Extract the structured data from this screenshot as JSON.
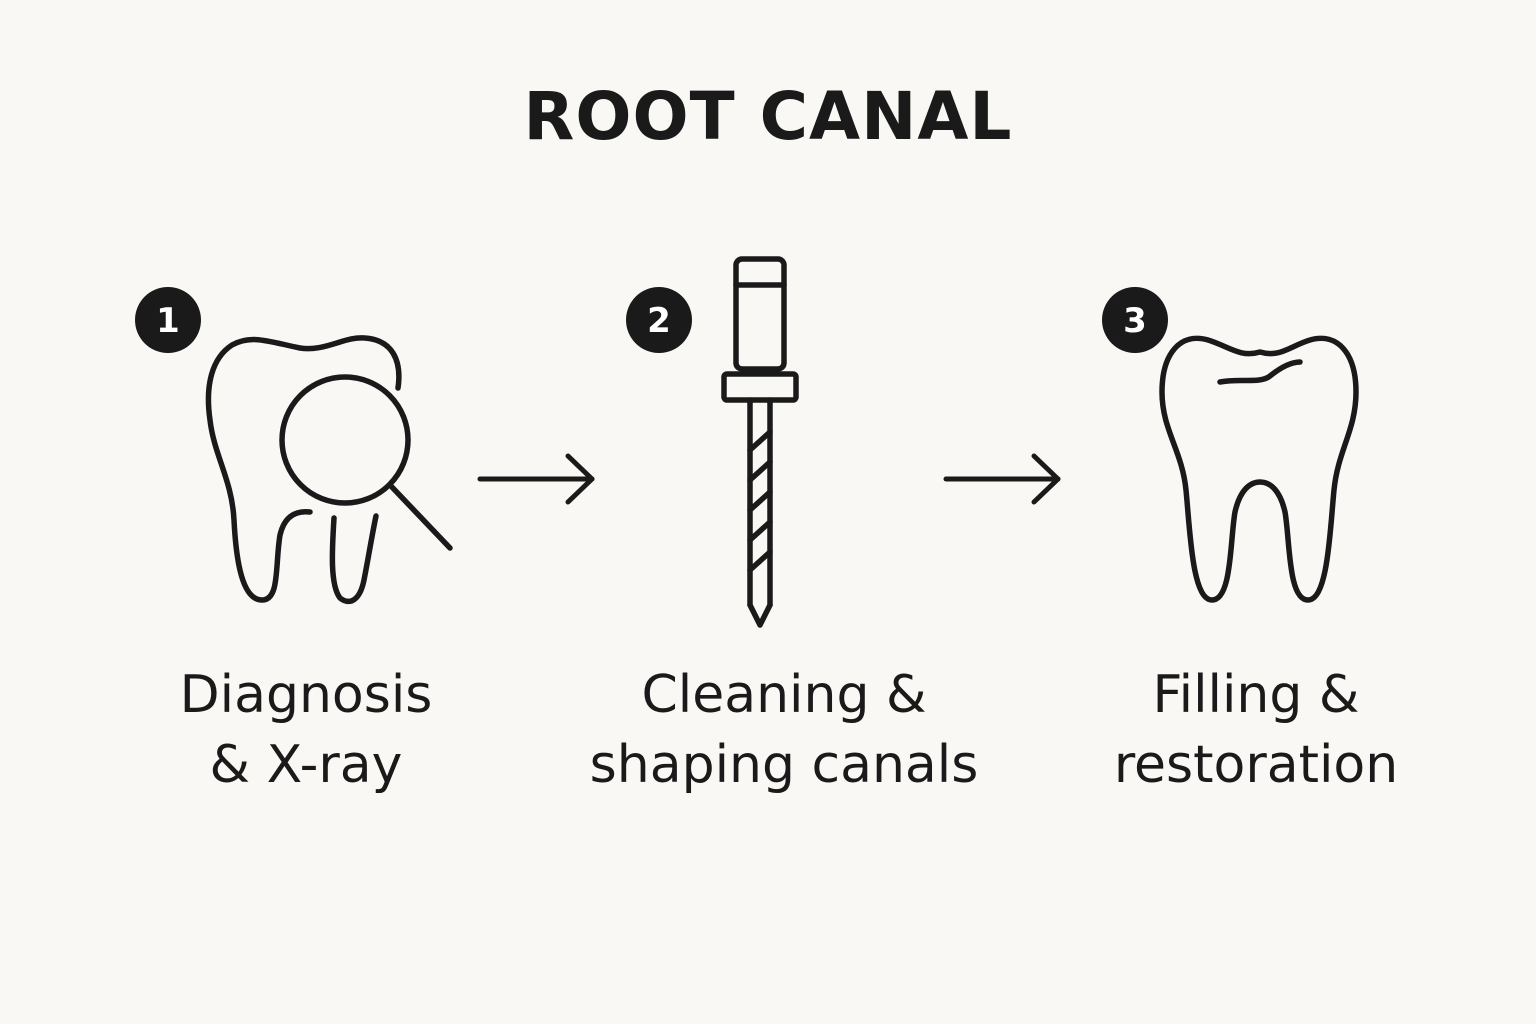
{
  "title": "ROOT CANAL",
  "colors": {
    "background": "#faf8f4",
    "ink": "#1a1a1a",
    "badge_text": "#ffffff"
  },
  "steps": [
    {
      "number": "1",
      "icon": "tooth-with-magnifying-glass-icon",
      "label_lines": [
        "Diagnosis",
        "& X-ray"
      ]
    },
    {
      "number": "2",
      "icon": "endodontic-file-icon",
      "label_lines": [
        "Cleaning &",
        "shaping canals"
      ]
    },
    {
      "number": "3",
      "icon": "restored-tooth-icon",
      "label_lines": [
        "Filling &",
        "restoration"
      ]
    }
  ],
  "connectors": [
    "arrow-right-icon",
    "arrow-right-icon"
  ]
}
